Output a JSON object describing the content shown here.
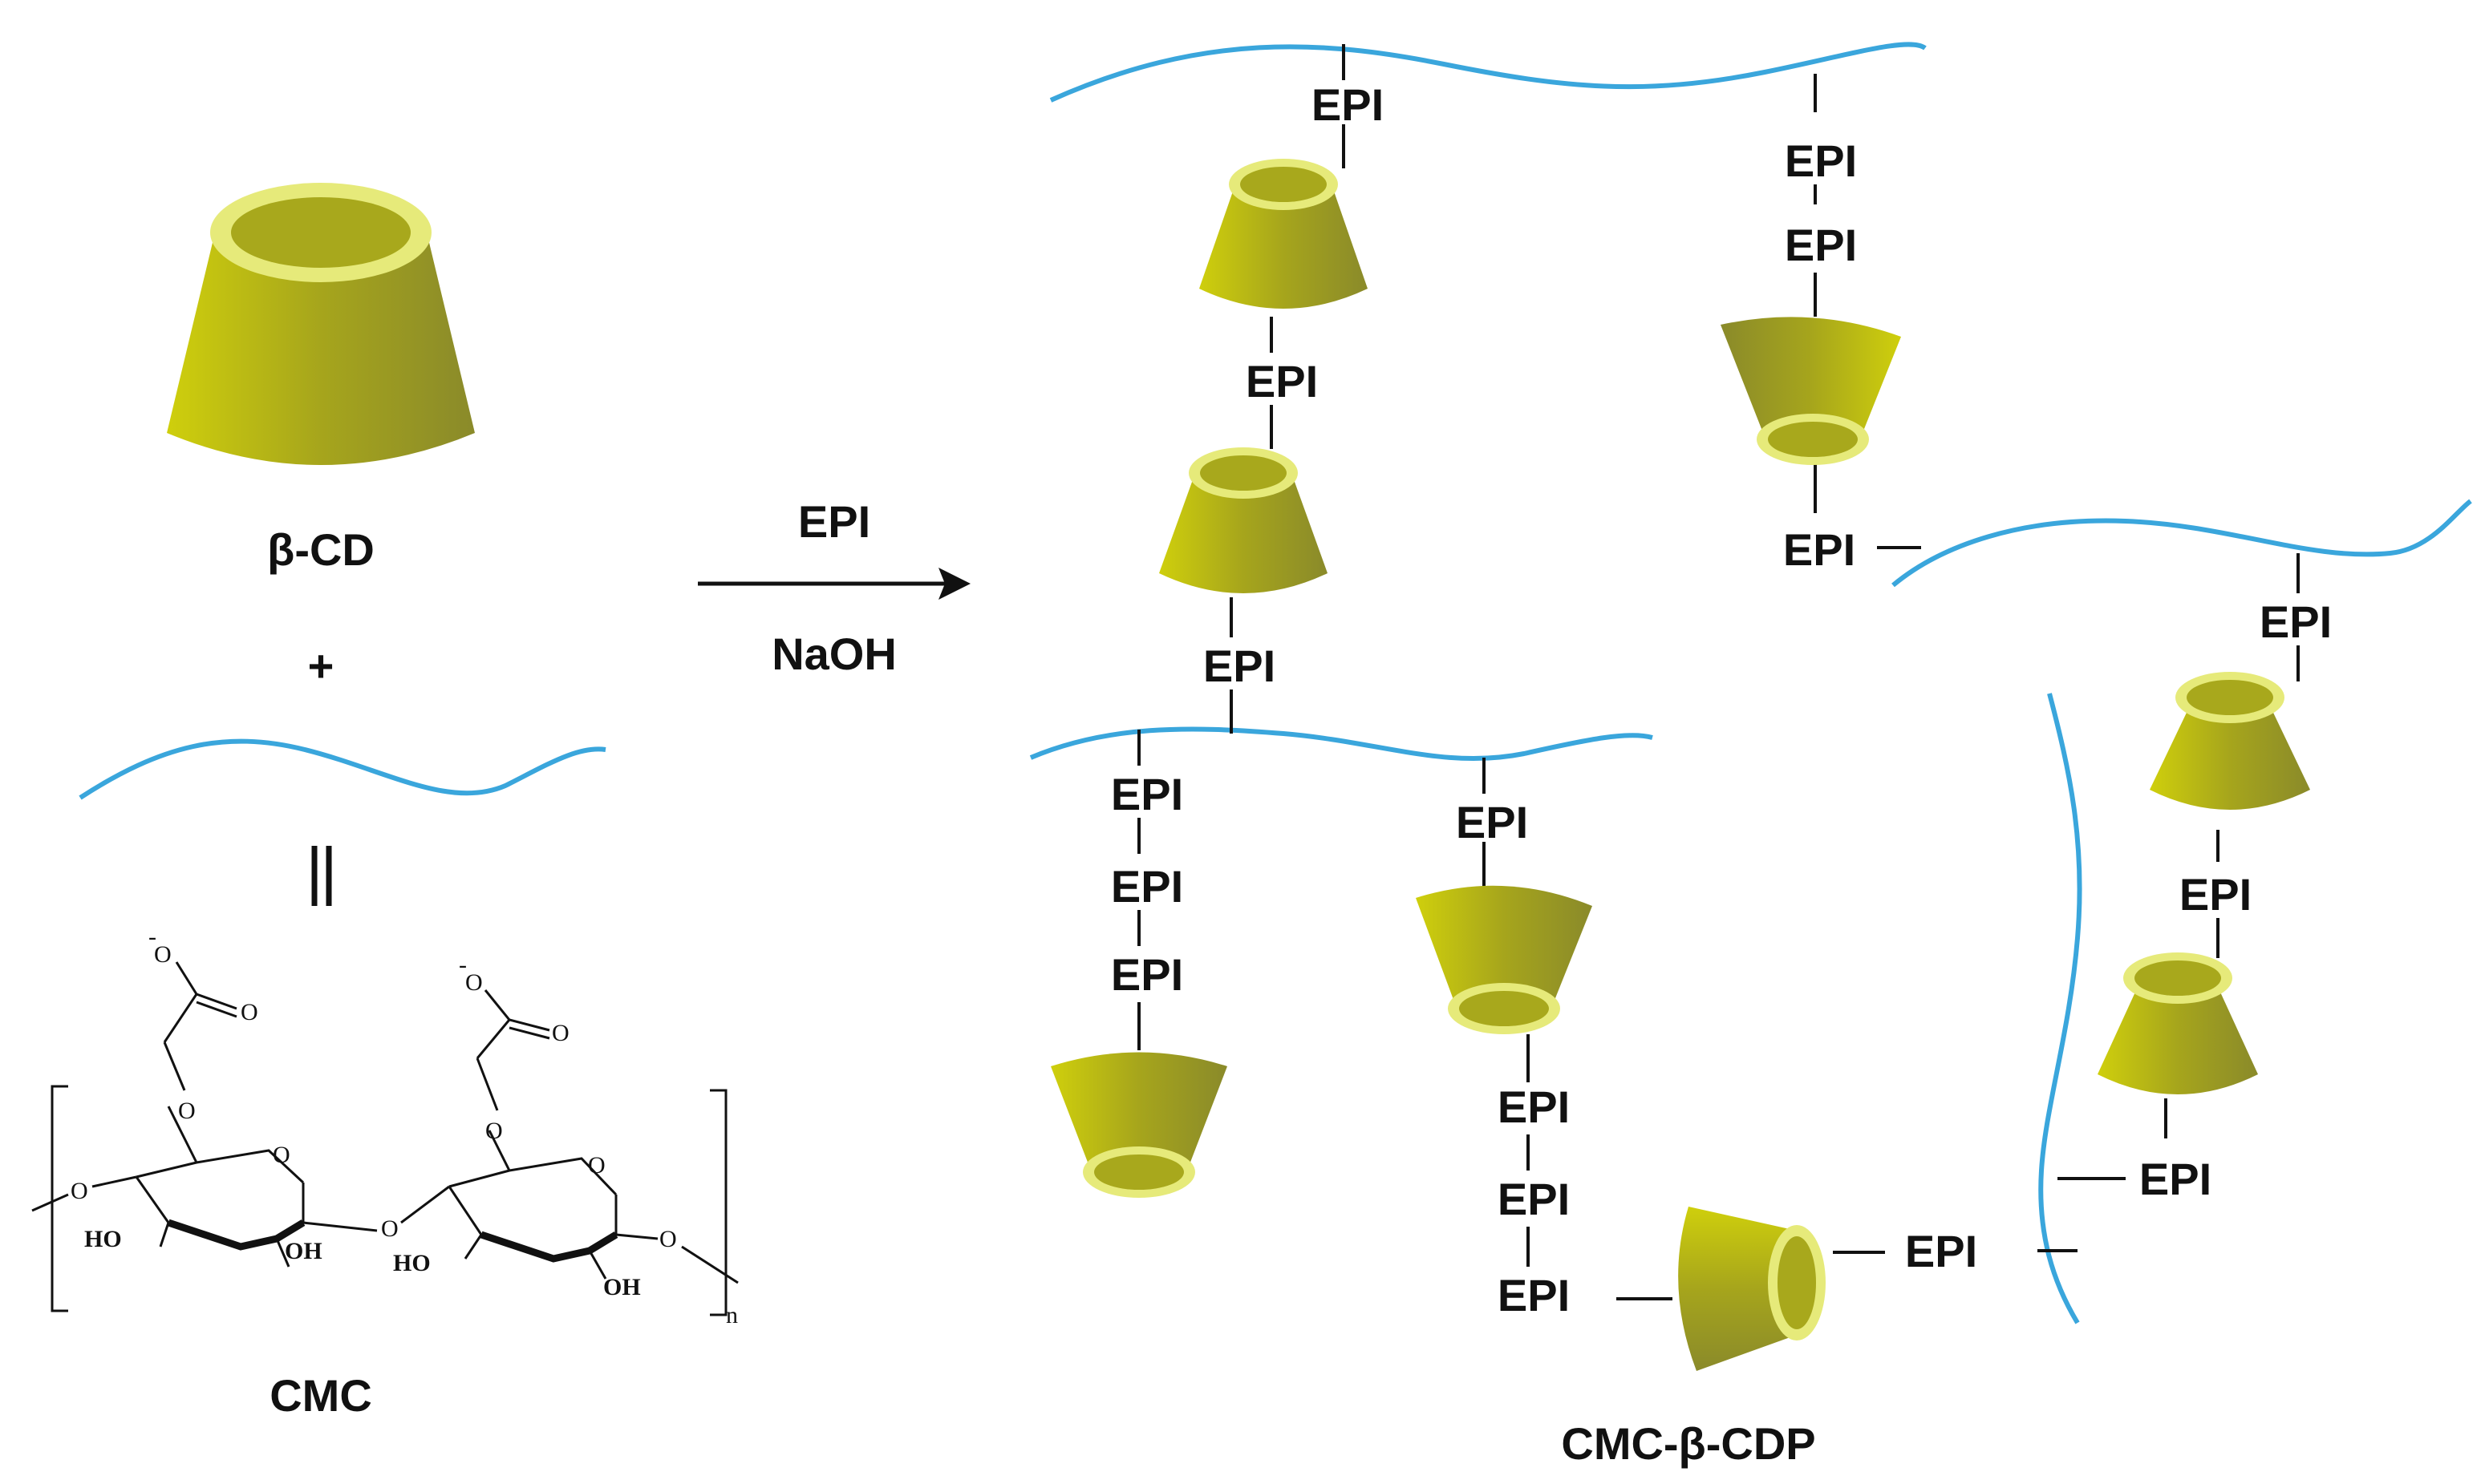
{
  "reactant_labels": {
    "cyclodextrin": "β-CD",
    "plus": "+",
    "equivalence": "‖",
    "polymer": "CMC"
  },
  "reaction": {
    "reagent_top": "EPI",
    "reagent_bottom": "NaOH"
  },
  "product_label": "CMC-β-CDP",
  "linker_label": "EPI",
  "cmc_structure": {
    "carboxylate_charge": "-",
    "carbonyl_oxygen": "O",
    "ether_oxygen": "O",
    "ring_oxygen": "O",
    "hydroxyl_left": "HO",
    "hydroxyl_right": "OH",
    "repeat_subscript": "n"
  },
  "colors": {
    "chain": "#3aa6dc",
    "cone_body": "#a8a81c",
    "cone_rim": "#e6ea7a",
    "text": "#111111"
  }
}
